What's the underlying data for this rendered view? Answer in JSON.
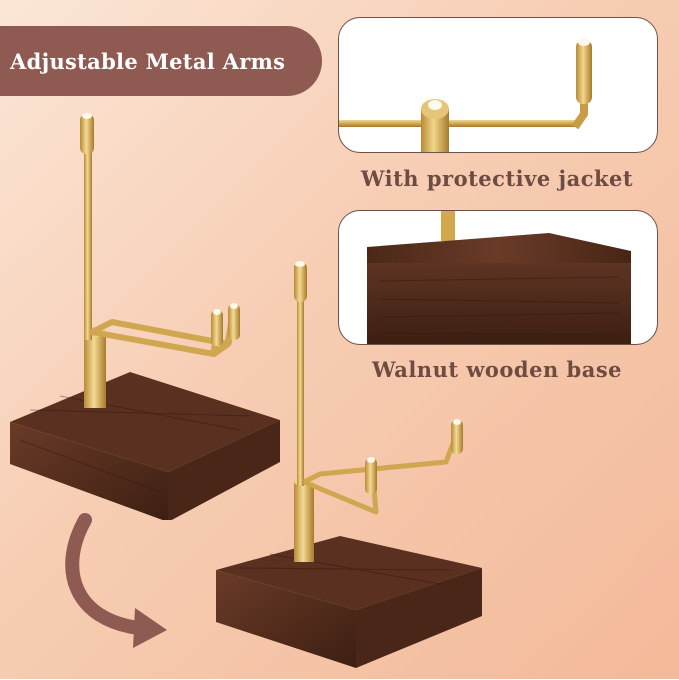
{
  "badge": {
    "label": "Adjustable Metal Arms"
  },
  "captions": {
    "jacket": "With protective jacket",
    "base": "Walnut wooden base"
  },
  "colors": {
    "background": "#f7cdb3",
    "badge": "#8e5a52",
    "caption_text": "#6e4c42",
    "walnut": "#5a3020",
    "brass": "#d8b05c",
    "arrow": "#8e5a52"
  },
  "icons": {
    "arrow": "curved-arrow-icon"
  }
}
